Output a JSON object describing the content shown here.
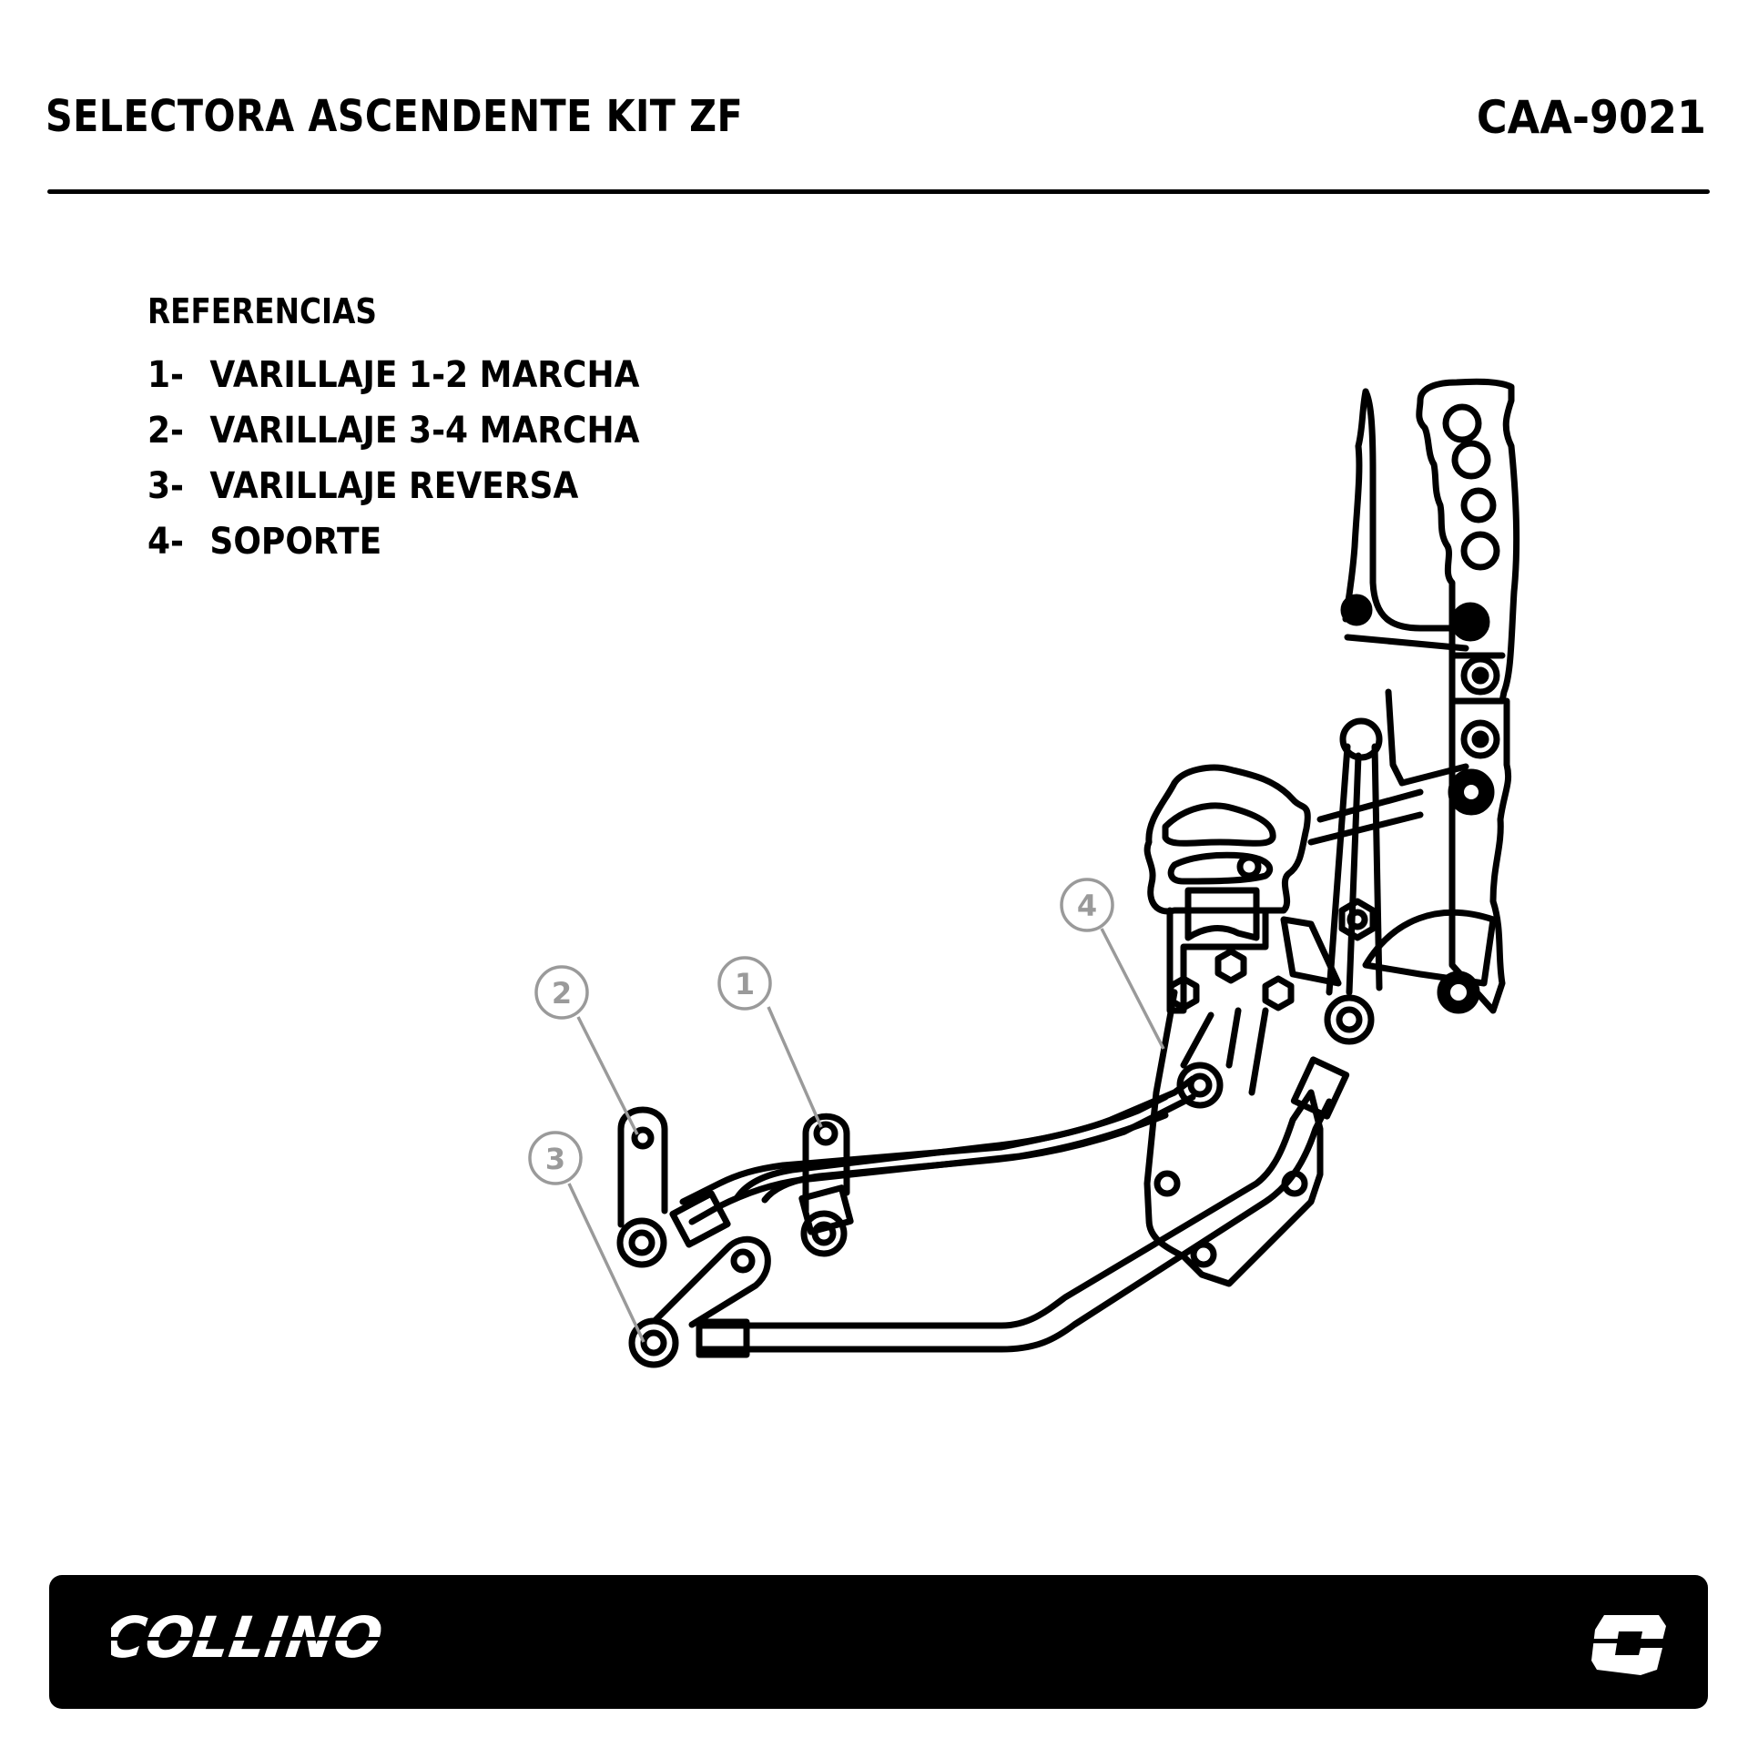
{
  "header": {
    "title": "SELECTORA ASCENDENTE KIT ZF",
    "product_code": "CAA-9021"
  },
  "references": {
    "title": "REFERENCIAS",
    "items": [
      {
        "number": "1-",
        "label": "VARILLAJE 1-2 MARCHA"
      },
      {
        "number": "2-",
        "label": "VARILLAJE 3-4 MARCHA"
      },
      {
        "number": "3-",
        "label": "VARILLAJE REVERSA"
      },
      {
        "number": "4-",
        "label": "SOPORTE"
      }
    ]
  },
  "diagram": {
    "description": "Shifter linkage assembly line drawing",
    "callouts": [
      {
        "number": "1",
        "target": "VARILLAJE 1-2 MARCHA"
      },
      {
        "number": "2",
        "target": "VARILLAJE 3-4 MARCHA"
      },
      {
        "number": "3",
        "target": "VARILLAJE REVERSA"
      },
      {
        "number": "4",
        "target": "SOPORTE"
      }
    ],
    "line_color": "#000000",
    "callout_color": "#9a9a9a"
  },
  "footer": {
    "brand_name": "COLLINO",
    "brand_mark": "collino-c-logo",
    "background": "#000000",
    "text_color": "#ffffff"
  }
}
